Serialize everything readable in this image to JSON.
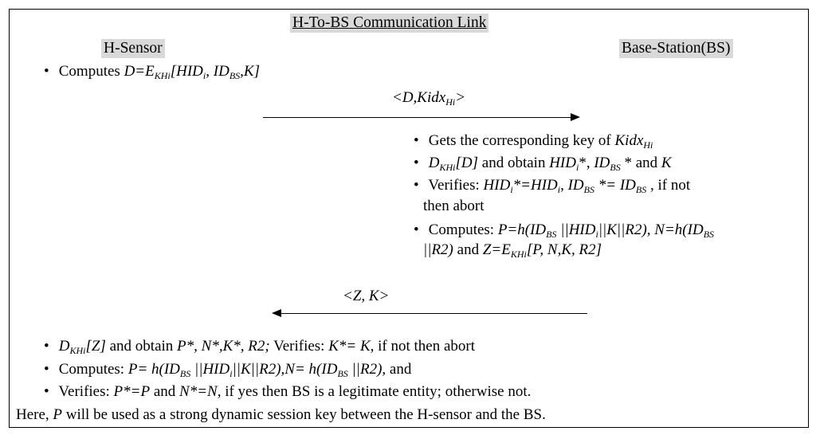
{
  "title": "H-To-BS Communication Link",
  "parties": {
    "left": "H-Sensor",
    "right": "Base-Station(BS)"
  },
  "sensor_step1": {
    "prefix": "Computes ",
    "D": "D=E",
    "KHi": "KHi",
    "args1": "[HID",
    "i": "i",
    "comma": ", ID",
    "BS": "BS",
    "rest": ",K]"
  },
  "msg1": {
    "open": "<D,Kidx",
    "sub": "Hi",
    "close": ">"
  },
  "bs_steps": {
    "s1": {
      "text": "Gets the corresponding key of ",
      "var": "Kidx",
      "sub": "Hi"
    },
    "s2": {
      "d": "D",
      "dsub": "KHi",
      "darg": "[D]",
      "mid": " and obtain ",
      "hid": "HID",
      "hidsub": "i",
      "hidstar": "*, ",
      "id": "ID",
      "idsub": "BS",
      "idstar": " * and ",
      "k": "K"
    },
    "s3": {
      "lead": "Verifies: ",
      "a": "HID",
      "asub": "i",
      "b": "*=HID",
      "bsub": "i",
      "c": ", ID",
      "csub": "BS",
      "d": " *= ID",
      "dsub": "BS",
      "tail": " , if not",
      "line2": "then abort"
    },
    "s4": {
      "lead": " Computes: ",
      "p": "P=h(ID",
      "psub": "BS",
      "p2": " ||HID",
      "p2sub": "i",
      "p3": "||K||R2), N=h(ID",
      "p3sub": "BS",
      "line2a": "||R2)",
      "line2b": " and ",
      "z": "Z=E",
      "zsub": "KHi",
      "zrest": "[P, N,K, R2]"
    }
  },
  "msg2": "<Z, K>",
  "sensor_final": {
    "f1": {
      "d": "D",
      "dsub": "KHi",
      "arg": "[Z]",
      "mid": " and obtain ",
      "vars": "P*, N*,K*,  R2;",
      "ver": " Verifies: ",
      "eq": "K*= K,",
      "tail": " if not then abort"
    },
    "f2": {
      "lead": "Computes: ",
      "p": "P= h(ID",
      "psub": "BS",
      "p2": " ||HID",
      "p2sub": "i",
      "p3": "||K||R2),N= h(ID",
      "p3sub": "BS",
      "p4": " ||R2),",
      "tail": " and"
    },
    "f3": {
      "lead": "Verifies: ",
      "a": "P*=P",
      "mid": " and ",
      "b": "N*=N,",
      "tail": " if yes then BS is a legitimate entity; otherwise not."
    }
  },
  "note": {
    "pre": "Here, ",
    "p": "P",
    "post": " will be used as a strong dynamic session key between the H-sensor and the BS."
  }
}
